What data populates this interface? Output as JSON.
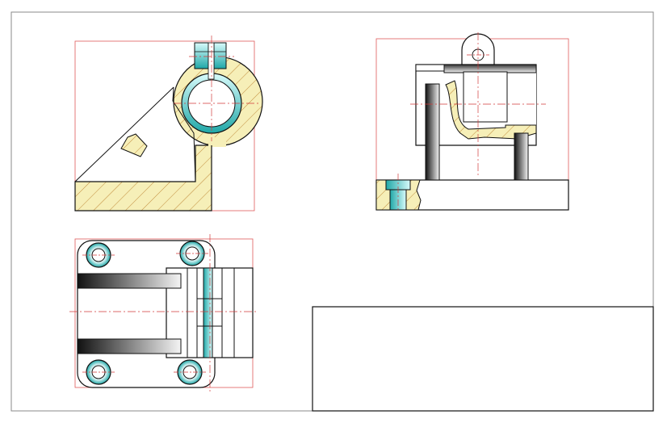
{
  "drawing": {
    "views": [
      "front-view",
      "side-view",
      "top-view"
    ],
    "title_block_text": ""
  },
  "colors": {
    "border": "#8a8a8a",
    "outline": "#111111",
    "center_line": "#d23a3a",
    "view_frame": "#e05a5a",
    "section_fill": "#f6efb8",
    "hatch": "#c08a3a",
    "bore_teal": "#1fa7a7",
    "bore_light": "#d8fbfb",
    "rod_dark": "#1a1a1a",
    "rod_light": "#f4f4f4"
  }
}
